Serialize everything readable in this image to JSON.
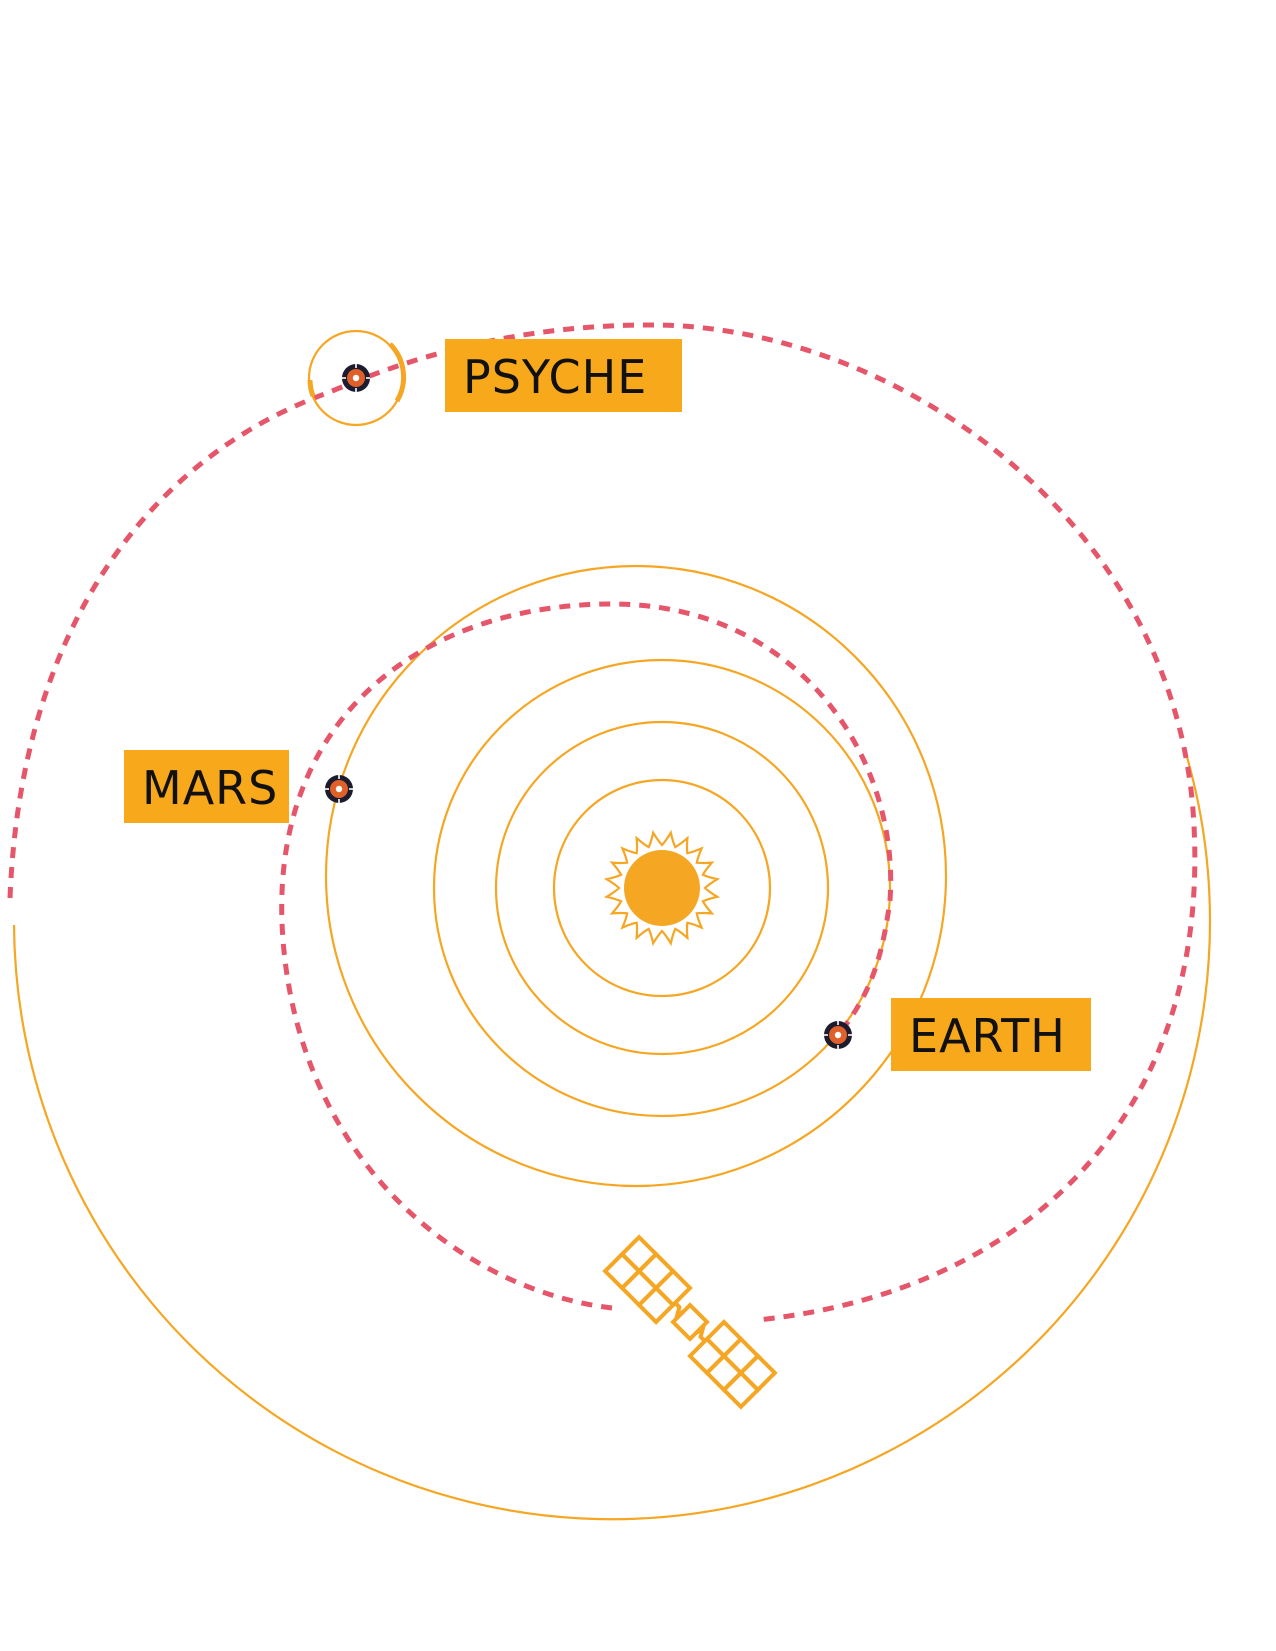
{
  "labels": {
    "psyche": "PSYCHE",
    "mars": "MARS",
    "earth": "EARTH"
  },
  "colors": {
    "orbit": "#f5a623",
    "label_background": "#f7a81b",
    "label_text": "#111111",
    "trajectory": "#e5566a",
    "sun": "#f5a623",
    "planet_ring": "#1c1c2e",
    "planet_core": "#e0602a"
  },
  "icons": {
    "sun": "sun-icon",
    "spacecraft": "spacecraft-icon",
    "planet_marker": "target-marker-icon"
  }
}
